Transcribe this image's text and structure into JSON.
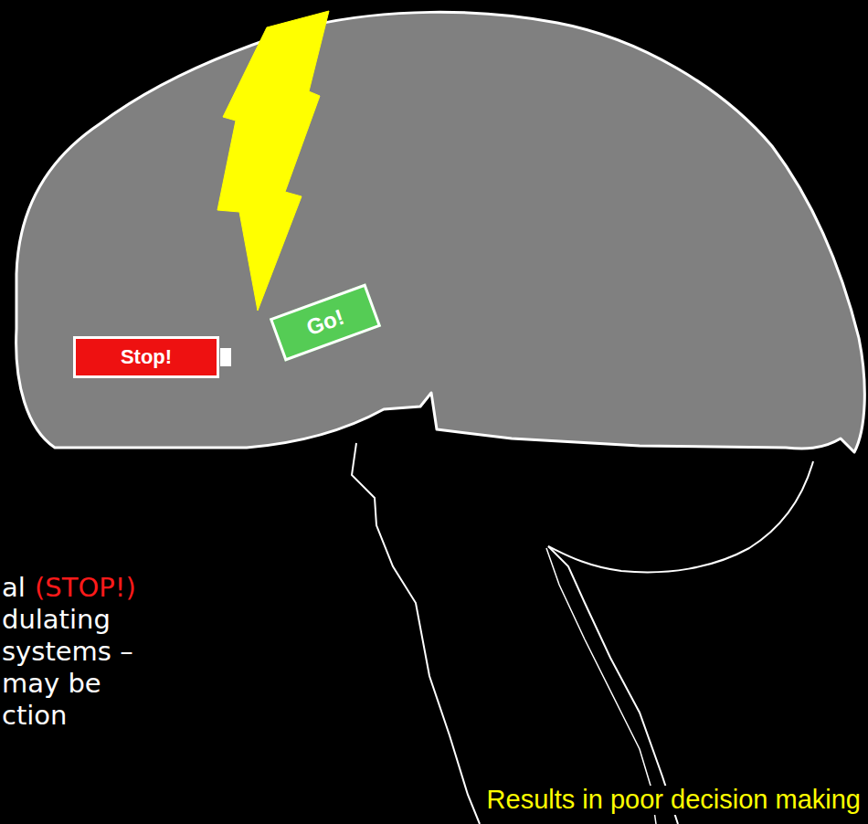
{
  "diagram": {
    "nodes": [
      {
        "text": [
          "Stop!"
        ]
      },
      {
        "text": [
          "Go!"
        ]
      }
    ],
    "labels": [
      "al",
      "(STOP!)",
      "dulating",
      "systems –",
      "may be",
      "ction",
      "Results in poor decision making"
    ]
  }
}
